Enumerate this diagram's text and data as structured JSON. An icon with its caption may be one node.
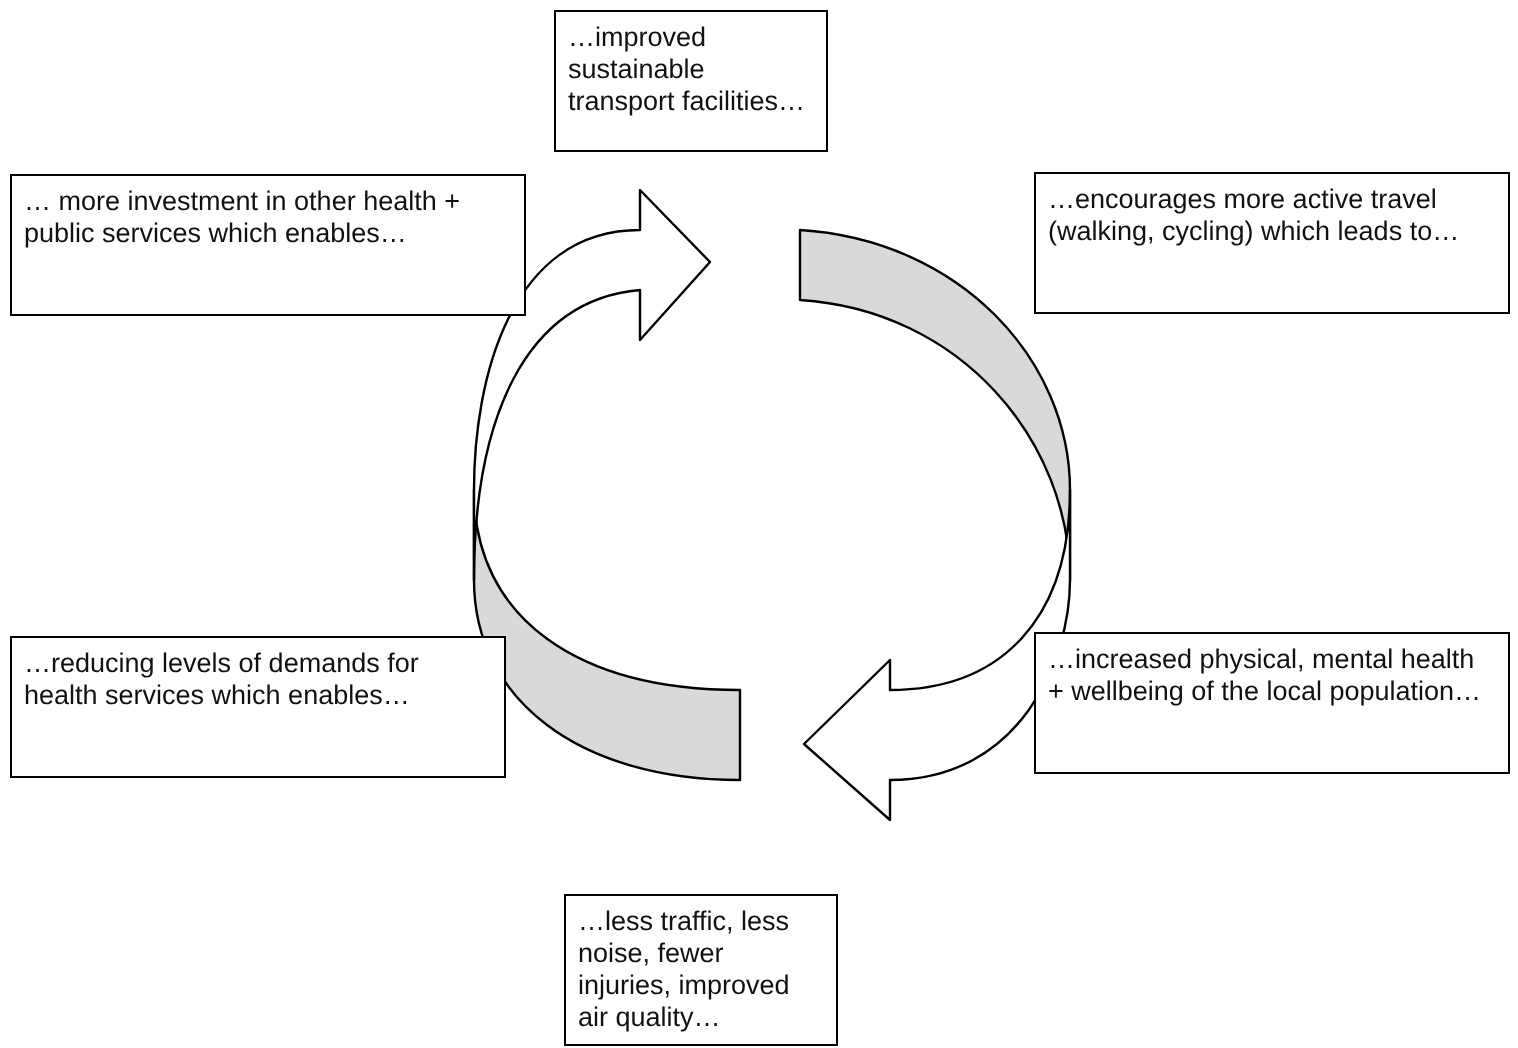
{
  "diagram": {
    "nodes": [
      {
        "text": [
          "…improved sustainable transport facilities…"
        ]
      },
      {
        "text": [
          "… more investment in other health + public services which enables…"
        ]
      },
      {
        "text": [
          "…encourages more active travel (walking, cycling) which leads to…"
        ]
      },
      {
        "text": [
          "…reducing levels of demands for health services which enables…"
        ]
      },
      {
        "text": [
          "…increased physical, mental health + wellbeing of the local population…"
        ]
      },
      {
        "text": [
          "…less traffic, less noise, fewer injuries, improved air quality…"
        ]
      }
    ]
  }
}
